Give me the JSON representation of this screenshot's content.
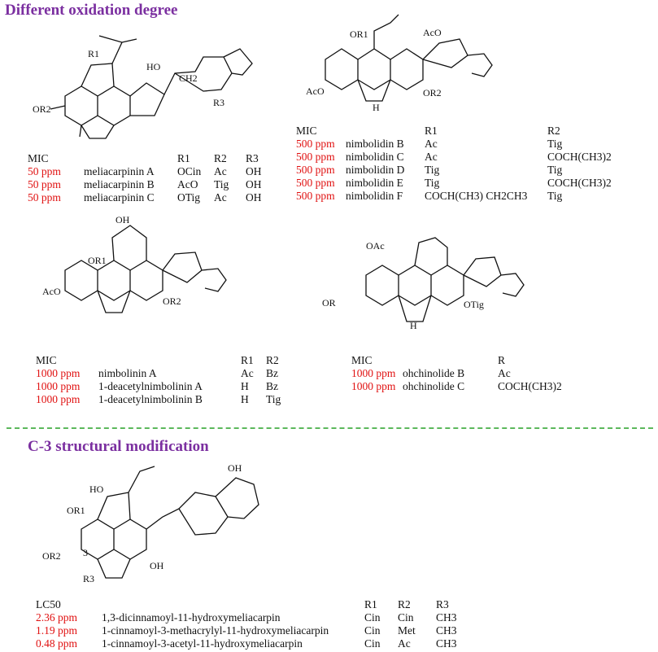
{
  "sections": [
    {
      "title": "Different oxidation degree"
    },
    {
      "title": "C-3 structural modification"
    }
  ],
  "groups": [
    {
      "header": [
        "MIC",
        "",
        "R1",
        "R2",
        "R3"
      ],
      "rows": [
        [
          "50 ppm",
          "meliacarpinin A",
          "OCin",
          "Ac",
          "OH"
        ],
        [
          "50 ppm",
          "meliacarpinin B",
          "AcO",
          "Tig",
          "OH"
        ],
        [
          "50 ppm",
          "meliacarpinin C",
          "OTig",
          "Ac",
          "OH"
        ]
      ]
    },
    {
      "header": [
        "MIC",
        "",
        "R1",
        "R2"
      ],
      "rows": [
        [
          "500 ppm",
          "nimbolidin B",
          "Ac",
          "Tig"
        ],
        [
          "500 ppm",
          "nimbolidin C",
          "Ac",
          "COCH(CH3)2"
        ],
        [
          "500 ppm",
          "nimbolidin D",
          "Tig",
          "Tig"
        ],
        [
          "500 ppm",
          "nimbolidin E",
          "Tig",
          "COCH(CH3)2"
        ],
        [
          "500 ppm",
          "nimbolidin F",
          "COCH(CH3) CH2CH3",
          "Tig"
        ]
      ]
    },
    {
      "header": [
        "MIC",
        "",
        "R1",
        "R2"
      ],
      "rows": [
        [
          "1000 ppm",
          "nimbolinin A",
          "Ac",
          "Bz"
        ],
        [
          "1000 ppm",
          "1-deacetylnimbolinin A",
          "H",
          "Bz"
        ],
        [
          "1000 ppm",
          "1-deacetylnimbolinin B",
          "H",
          "Tig"
        ]
      ]
    },
    {
      "header": [
        "MIC",
        "",
        "R"
      ],
      "rows": [
        [
          "1000 ppm",
          "ohchinolide B",
          "Ac"
        ],
        [
          "1000 ppm",
          "ohchinolide C",
          "COCH(CH3)2"
        ]
      ]
    },
    {
      "header": [
        "LC50",
        "",
        "R1",
        "R2",
        "R3"
      ],
      "rows": [
        [
          "2.36 ppm",
          "1,3-dicinnamoyl-11-hydroxymeliacarpin",
          "Cin",
          "Cin",
          "CH3"
        ],
        [
          "1.19 ppm",
          "1-cinnamoyl-3-methacrylyl-11-hydroxymeliacarpin",
          "Cin",
          "Met",
          "CH3"
        ],
        [
          "0.48 ppm",
          "1-cinnamoyl-3-acetyl-11-hydroxymeliacarpin",
          "Cin",
          "Ac",
          "CH3"
        ]
      ]
    }
  ],
  "structures": [
    {
      "labels": [
        "R1",
        "HO",
        "OR2",
        "R3",
        "CH2"
      ]
    },
    {
      "labels": [
        "OR1",
        "AcO",
        "AcO",
        "OR2",
        "H"
      ]
    },
    {
      "labels": [
        "OH",
        "OR1",
        "AcO",
        "OR2"
      ]
    },
    {
      "labels": [
        "OAc",
        "OR",
        "OTig",
        "H"
      ]
    },
    {
      "labels": [
        "HO",
        "OH",
        "OR1",
        "OR2",
        "3",
        "R3",
        "OH"
      ]
    }
  ],
  "colors": {
    "section_title": "#7b2fa0",
    "value": "#e01010",
    "divider": "#5cb85c"
  }
}
